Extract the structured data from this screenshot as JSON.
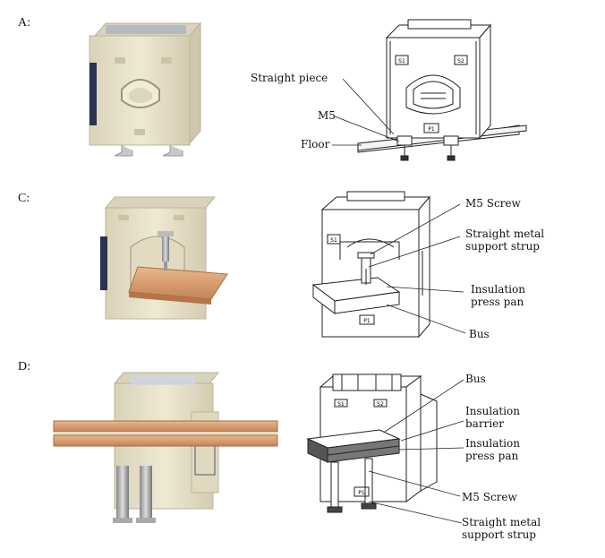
{
  "sections": [
    {
      "label": "A:",
      "callouts": [
        "Straight piece",
        "M5",
        "Floor"
      ]
    },
    {
      "label": "C:",
      "callouts": [
        "M5 Screw",
        "Straight metal\nsupport strup",
        "Insulation\npress pan",
        "Bus"
      ]
    },
    {
      "label": "D:",
      "callouts": [
        "Bus",
        "Insulation\nbarrier",
        "Insulation\npress pan",
        "M5 Screw",
        "Straight metal\nsupport strup"
      ]
    }
  ],
  "terminals": {
    "a": [
      "S1",
      "S2",
      "P1"
    ],
    "c": [
      "S1",
      "P1"
    ],
    "d": [
      "S1",
      "S2",
      "P1"
    ]
  },
  "colors": {
    "housing": "#ebe4cc",
    "copper": "#d8a072",
    "outline": "#222222",
    "side": "#2c3350"
  }
}
